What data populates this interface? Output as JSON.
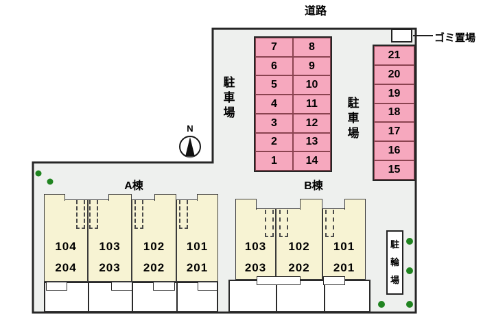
{
  "labels": {
    "road": "道路",
    "garbage": "ゴミ置場",
    "north": "N",
    "parking_chars": [
      "駐",
      "車",
      "場"
    ],
    "bicycle_chars": [
      "駐",
      "輪",
      "場"
    ]
  },
  "parking_left": {
    "rows": [
      [
        "7",
        "8"
      ],
      [
        "6",
        "9"
      ],
      [
        "5",
        "10"
      ],
      [
        "4",
        "11"
      ],
      [
        "3",
        "12"
      ],
      [
        "2",
        "13"
      ],
      [
        "1",
        "14"
      ]
    ]
  },
  "parking_right": {
    "cells": [
      "21",
      "20",
      "19",
      "18",
      "17",
      "16",
      "15"
    ]
  },
  "building_a": {
    "label": "A棟",
    "units": [
      {
        "first": "104",
        "second": "204"
      },
      {
        "first": "103",
        "second": "203"
      },
      {
        "first": "102",
        "second": "202"
      },
      {
        "first": "101",
        "second": "201"
      }
    ]
  },
  "building_b": {
    "label": "B棟",
    "units": [
      {
        "first": "103",
        "second": "203"
      },
      {
        "first": "102",
        "second": "202"
      },
      {
        "first": "101",
        "second": "201"
      }
    ]
  },
  "colors": {
    "parking_pink": "#f6a8be",
    "building_cream": "#f7f3d3",
    "site_gray": "#eef0ee",
    "tree_green": "#208420",
    "line_dark": "#262626"
  }
}
